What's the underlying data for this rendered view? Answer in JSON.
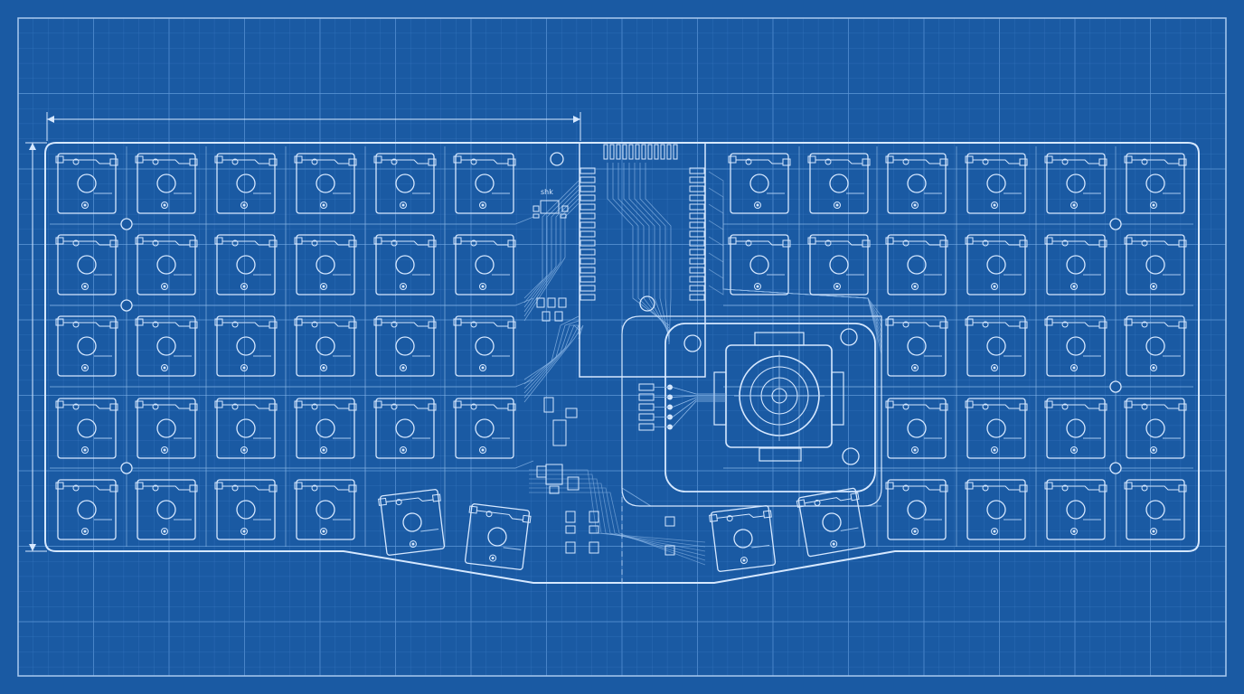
{
  "palette": {
    "background": "#1a5aa3",
    "grid_minor": "#3d7cc4",
    "grid_major": "#5a95d6",
    "line": "#d6e8ff",
    "line_dim": "#a9caf0",
    "trace": "#8fb9e8"
  },
  "board": {
    "left_half": {
      "columns": 6,
      "rows": 5,
      "bottom_row_columns": 4,
      "thumb_switches": 2
    },
    "right_half": {
      "columns": 6,
      "top_rows_full": 2,
      "rows_beside_joystick": 3,
      "columns_beside_joystick": 4,
      "thumb_switches": 2
    },
    "controller": {
      "pins_per_side": 15,
      "top_header_pins": 12
    },
    "joystick_module": {
      "connector_pins": 5
    },
    "mounting_holes": 8
  },
  "annotations": {
    "small_label": "shk"
  }
}
